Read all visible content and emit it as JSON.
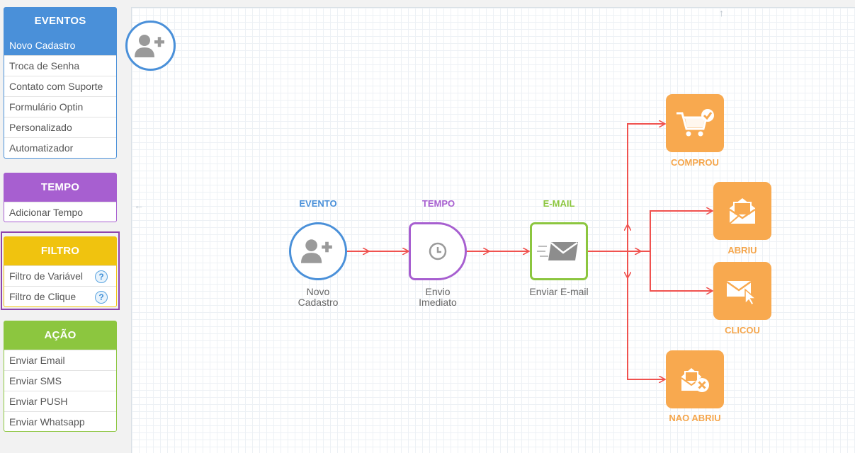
{
  "sidebar": {
    "eventos": {
      "title": "EVENTOS",
      "color": "#4a90d9",
      "items": [
        "Novo Cadastro",
        "Troca de Senha",
        "Contato com Suporte",
        "Formulário Optin",
        "Personalizado",
        "Automatizador"
      ]
    },
    "tempo": {
      "title": "TEMPO",
      "color": "#a75fd0",
      "items": [
        "Adicionar Tempo"
      ]
    },
    "filtro": {
      "title": "FILTRO",
      "color": "#f0c30f",
      "items": [
        "Filtro de Variável",
        "Filtro de Clique"
      ],
      "help_symbol": "?"
    },
    "acao": {
      "title": "AÇÃO",
      "color": "#8cc63f",
      "items": [
        "Enviar Email",
        "Enviar SMS",
        "Enviar PUSH",
        "Enviar Whatsapp"
      ]
    }
  },
  "flow": {
    "evento": {
      "label": "EVENTO",
      "name_line1": "Novo",
      "name_line2": "Cadastro",
      "color": "#4a90d9",
      "icon": "user-plus-icon"
    },
    "tempo": {
      "label": "TEMPO",
      "name_line1": "Envio",
      "name_line2": "Imediato",
      "color": "#a75fd0",
      "icon": "clock-icon"
    },
    "email": {
      "label": "E-MAIL",
      "name": "Enviar E-mail",
      "color": "#8cc63f",
      "icon": "send-mail-icon"
    },
    "outcomes": {
      "comprou": {
        "label": "COMPROU",
        "icon": "cart-check-icon"
      },
      "abriu": {
        "label": "ABRIU",
        "icon": "open-envelope-icon"
      },
      "clicou": {
        "label": "CLICOU",
        "icon": "envelope-click-icon"
      },
      "nao_abriu": {
        "label": "NAO ABRIU",
        "icon": "envelope-x-icon"
      }
    },
    "outcome_color": "#f8a94f",
    "connector_color": "#f0524f"
  }
}
